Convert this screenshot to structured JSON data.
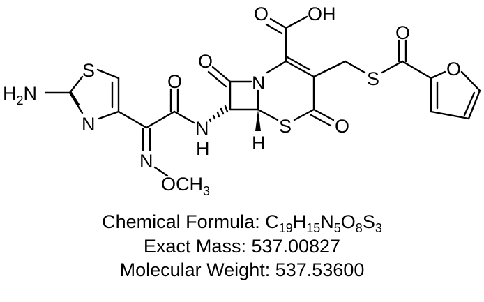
{
  "structure": {
    "atom_labels": {
      "amine": "H",
      "amine_sub": "2",
      "amine_n": "N",
      "thiazole_s": "S",
      "thiazole_n": "N",
      "amide_o": "O",
      "amide_n": "N",
      "amide_h": "H",
      "oxime_n": "N",
      "methoxy": "OCH",
      "methoxy_sub": "3",
      "lactam_o": "O",
      "lactam_n": "N",
      "bridge_h": "H",
      "ring_s": "S",
      "ring_carbonyl_o": "O",
      "acid_o": "O",
      "acid_oh": "OH",
      "thioester_s": "S",
      "thioester_o": "O",
      "furan_o": "O"
    }
  },
  "caption": {
    "formula_label": "Chemical Formula: ",
    "formula": [
      {
        "el": "C",
        "n": "19"
      },
      {
        "el": "H",
        "n": "15"
      },
      {
        "el": "N",
        "n": "5"
      },
      {
        "el": "O",
        "n": "8"
      },
      {
        "el": "S",
        "n": "3"
      }
    ],
    "exact_mass": "Exact Mass: 537.00827",
    "molecular_weight": "Molecular Weight: 537.53600"
  }
}
